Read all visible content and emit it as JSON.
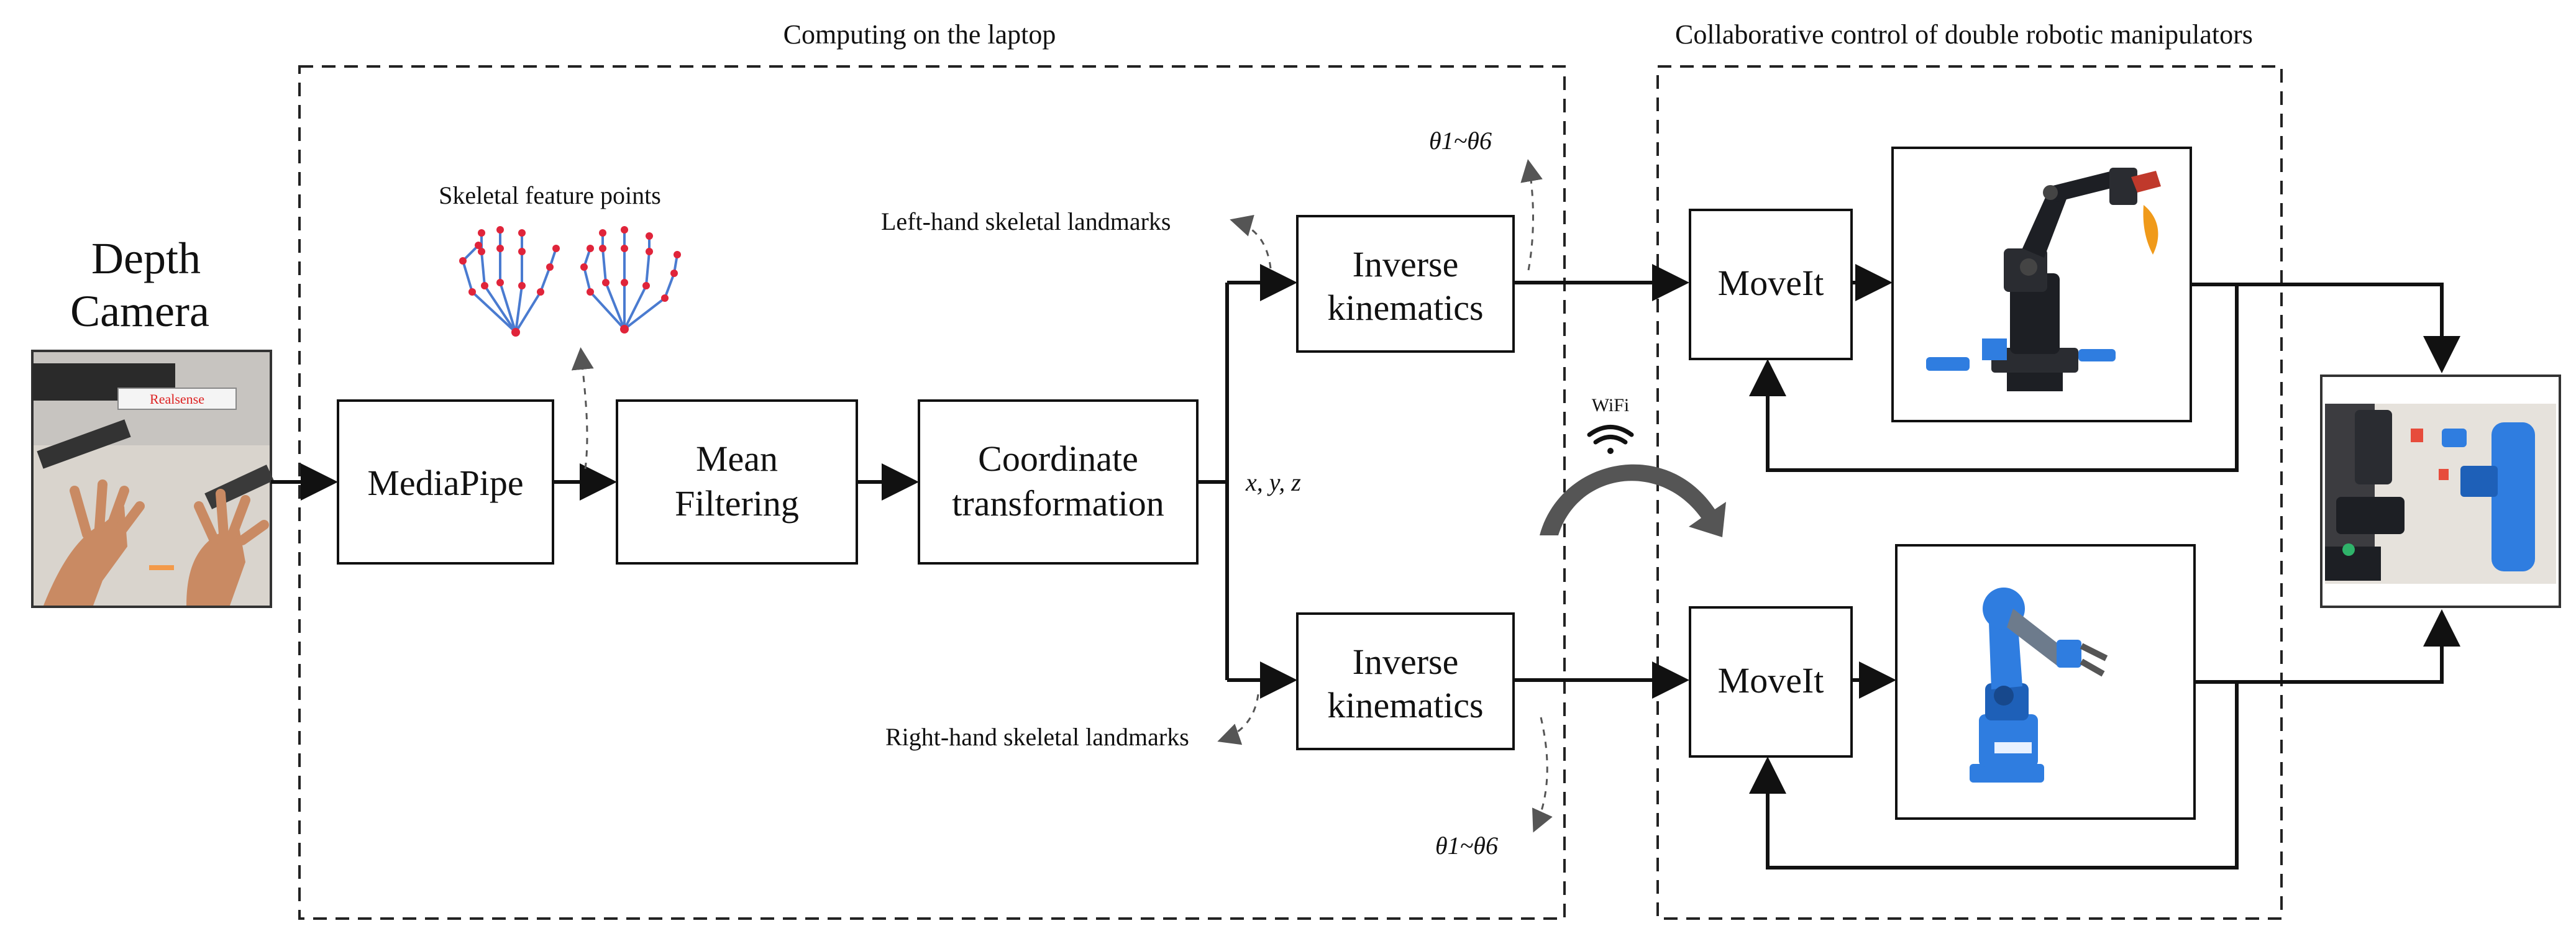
{
  "groups": {
    "laptop": "Computing on the laptop",
    "control": "Collaborative control of double robotic manipulators"
  },
  "camera": {
    "line1": "Depth",
    "line2": "Camera",
    "sensor_label": "Realsense"
  },
  "blocks": {
    "mediapipe": "MediaPipe",
    "mean_filtering": [
      "Mean",
      "Filtering"
    ],
    "coordinate": [
      "Coordinate",
      "transformation"
    ],
    "ik_top": [
      "Inverse",
      "kinematics"
    ],
    "ik_bottom": [
      "Inverse",
      "kinematics"
    ],
    "moveit_top": "MoveIt",
    "moveit_bottom": "MoveIt"
  },
  "labels": {
    "skeletal_points": "Skeletal feature points",
    "left_landmarks": "Left-hand skeletal landmarks",
    "right_landmarks": "Right-hand skeletal landmarks",
    "xyz": "x, y, z",
    "theta_top": "θ1~θ6",
    "theta_bottom": "θ1~θ6",
    "wifi": "WiFi"
  },
  "colors": {
    "line": "#111111",
    "hand_line": "#4a7bd0",
    "hand_point": "#e0243a",
    "robot_dark": "#1d1f24",
    "robot_blue": "#2f7de0",
    "gripper_orange": "#f09a1a"
  }
}
